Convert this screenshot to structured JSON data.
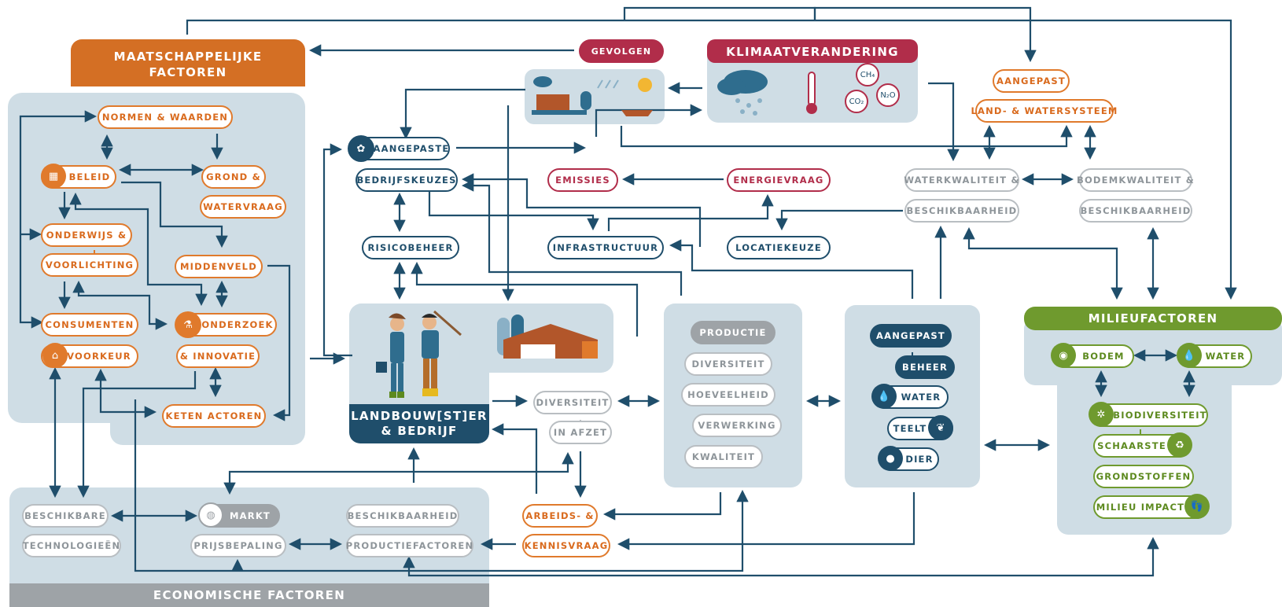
{
  "headers": {
    "social": [
      "MAATSCHAPPELIJKE",
      "FACTOREN"
    ],
    "climate": "KLIMAATVERANDERING",
    "consequences": "GEVOLGEN",
    "environment": "MILIEUFACTOREN",
    "economic": "ECONOMISCHE FACTOREN",
    "farm": [
      "LANDBOUW[ST]ER",
      "& BEDRIJF"
    ]
  },
  "social_factors": {
    "norms": "NORMEN & WAARDEN",
    "policy": "BELEID",
    "land_water": [
      "GROND &",
      "WATERVRAAG"
    ],
    "education": [
      "ONDERWIJS &",
      "VOORLICHTING"
    ],
    "midfield": "MIDDENVELD",
    "consumers": [
      "CONSUMENTEN",
      "VOORKEUR"
    ],
    "research": [
      "ONDERZOEK",
      "& INNOVATIE"
    ],
    "chain": "KETEN ACTOREN"
  },
  "farm_choices": {
    "adapted": [
      "AANGEPASTE",
      "BEDRIJFSKEUZES"
    ],
    "risk": "RISICOBEHEER",
    "emissions": "EMISSIES",
    "energy": "ENERGIEVRAAG",
    "infra": "INFRASTRUCTUUR",
    "location": "LOCATIEKEUZE",
    "diversity": [
      "DIVERSITEIT",
      "IN AFZET"
    ],
    "labour": [
      "ARBEIDS- &",
      "KENNISVRAAG"
    ]
  },
  "production": {
    "title": "PRODUCTIE",
    "items": [
      "DIVERSITEIT",
      "HOEVEELHEID",
      "VERWERKING",
      "KWALITEIT"
    ]
  },
  "management": {
    "title": [
      "AANGEPAST",
      "BEHEER"
    ],
    "items": [
      "WATER",
      "TEELT",
      "DIER"
    ]
  },
  "water_system": {
    "adapted": [
      "AANGEPAST",
      "LAND- & WATERSYSTEEM"
    ],
    "water_quality": [
      "WATERKWALITEIT &",
      "BESCHIKBAARHEID"
    ],
    "soil_quality": [
      "BODEMKWALITEIT &",
      "BESCHIKBAARHEID"
    ]
  },
  "climate_gases": [
    "CH₄",
    "CO₂",
    "N₂O"
  ],
  "environment": {
    "soil": "BODEM",
    "water": "WATER",
    "biodiversity": "BIODIVERSITEIT",
    "scarce": [
      "SCHAARSTE",
      "GRONDSTOFFEN"
    ],
    "impact": "MILIEU IMPACT"
  },
  "economic": {
    "tech": [
      "BESCHIKBARE",
      "TECHNOLOGIEËN"
    ],
    "market": [
      "MARKT",
      "PRIJSBEPALING"
    ],
    "factors": [
      "BESCHIKBAARHEID",
      "PRODUCTIEFACTOREN"
    ]
  },
  "colors": {
    "navy": "#1f4e6b",
    "orange": "#e07a2c",
    "crimson": "#b12d4a",
    "green": "#6f9a2e",
    "grey": "#9ea3a7",
    "panel": "#cfdde5"
  }
}
